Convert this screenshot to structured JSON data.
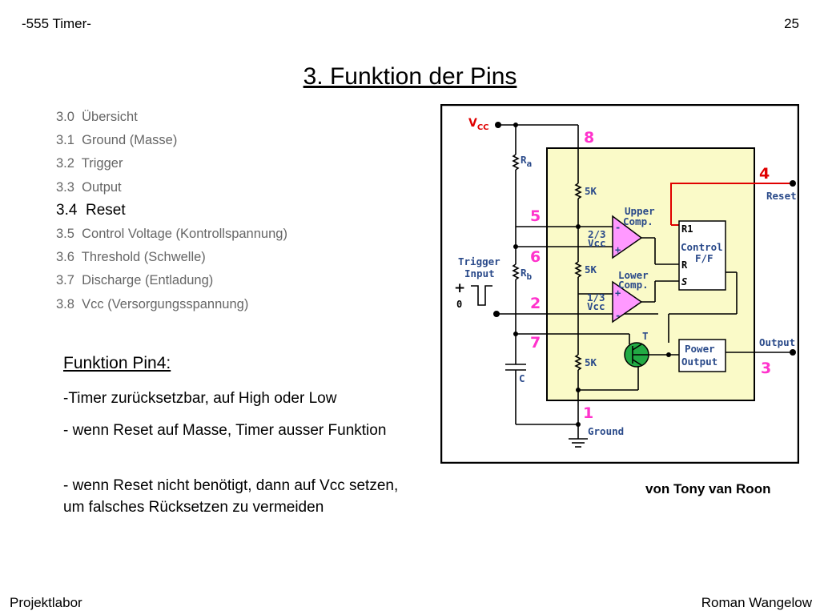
{
  "header": {
    "left": "-555 Timer-",
    "page_number": "25"
  },
  "title": "3. Funktion der Pins",
  "toc": [
    {
      "label": "3.0  Übersicht",
      "active": false
    },
    {
      "label": "3.1  Ground (Masse)",
      "active": false
    },
    {
      "label": "3.2  Trigger",
      "active": false
    },
    {
      "label": "3.3  Output",
      "active": false
    },
    {
      "label": "3.4  Reset",
      "active": true
    },
    {
      "label": "3.5  Control Voltage (Kontrollspannung)",
      "active": false
    },
    {
      "label": "3.6  Threshold (Schwelle)",
      "active": false
    },
    {
      "label": "3.7  Discharge (Entladung)",
      "active": false
    },
    {
      "label": "3.8  Vcc (Versorgungsspannung)",
      "active": false
    }
  ],
  "function": {
    "title": "Funktion Pin4:",
    "points": [
      "-Timer zurücksetzbar, auf High  oder Low",
      "- wenn Reset auf Masse, Timer ausser Funktion",
      "- wenn Reset nicht benötigt, dann auf Vcc setzen, um falsches Rücksetzen zu vermeiden"
    ]
  },
  "diagram": {
    "vcc_main": "V",
    "vcc_sub": "CC",
    "ra_main": "R",
    "ra_sub": "a",
    "rb_main": "R",
    "rb_sub": "b",
    "c_label": "C",
    "trigger_line1": "Trigger",
    "trigger_line2": "Input",
    "plus": "+",
    "zero": "0",
    "r_5k": "5K",
    "upper_line1": "Upper",
    "upper_line2": "Comp.",
    "lower_line1": "Lower",
    "lower_line2": "Comp.",
    "two_thirds": "2/3",
    "one_third": "1/3",
    "vcc_small": "Vcc",
    "ff_r1": "R1",
    "ff_control": "Control",
    "ff_ff": "F/F",
    "ff_r": "R",
    "ff_s": "S",
    "transistor": "T",
    "power_line1": "Power",
    "power_line2": "Output",
    "reset": "Reset",
    "output": "Output",
    "ground": "Ground",
    "pins": {
      "p8": "8",
      "p4": "4",
      "p5": "5",
      "p6": "6",
      "p2": "2",
      "p7": "7",
      "p3": "3",
      "p1": "1"
    },
    "colors": {
      "ic_fill": "#fafac8",
      "opamp_fill": "#ff99ff",
      "transistor_fill": "#22aa44",
      "reset_wire": "#e00000",
      "pin_label": "#ff33cc",
      "text": "#2a4a8a"
    }
  },
  "credit": "von Tony van Roon",
  "footer": {
    "left": "Projektlabor",
    "right": "Roman Wangelow"
  }
}
